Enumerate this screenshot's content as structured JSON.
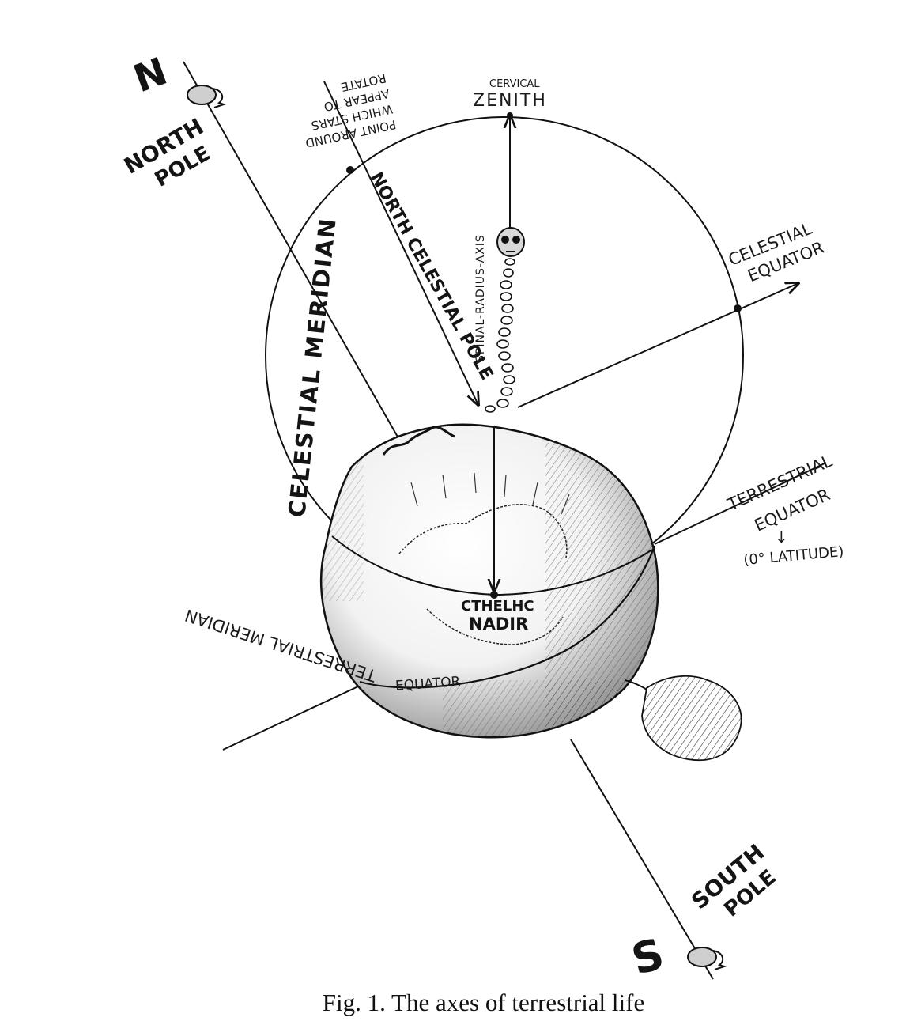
{
  "labels": {
    "n": "N",
    "north_pole": [
      "NORTH",
      "POLE"
    ],
    "point_note": [
      "POINT",
      "AROUND",
      "WHICH",
      "STARS",
      "APPEAR",
      "TO",
      "ROTATE"
    ],
    "cervical": "CERVICAL",
    "zenith": "ZENITH",
    "north_celestial_pole": "NORTH CELESTIAL POLE",
    "spinal_axis": "SPINAL-RADIUS-AXIS",
    "celestial_equator": [
      "CELESTIAL",
      "EQUATOR"
    ],
    "celestial_meridian": "CELESTIAL MERIDIAN",
    "terrestrial_equator": [
      "TERRESTRIAL",
      "EQUATOR"
    ],
    "latitude_note": "(0° LATITUDE)",
    "cthelic": "CTHELHC",
    "nadir": "NADIR",
    "equator": "EQUATOR",
    "terrestrial_meridian": "TERRESTRIAL MERIDIAN",
    "south_pole": [
      "SOUTH",
      "POLE"
    ],
    "s": "S"
  },
  "caption": "Fig. 1. The axes of terrestrial life"
}
